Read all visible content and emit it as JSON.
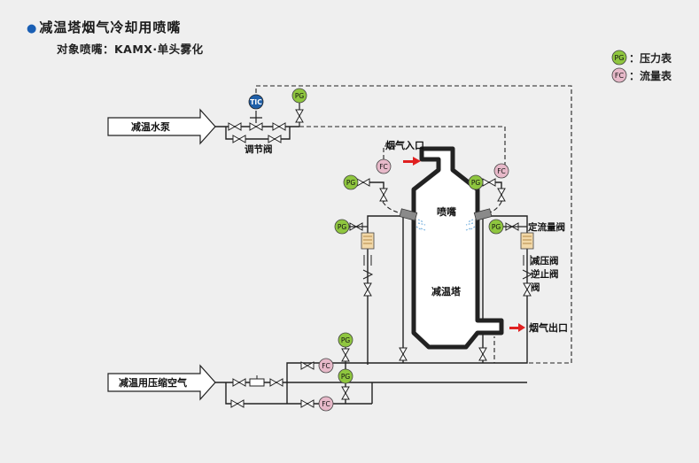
{
  "title": "减温塔烟气冷却用喷嘴",
  "subtitle": "对象喷嘴：KAMX·单头雾化",
  "legend": [
    {
      "code": "PG",
      "label": "：压力表",
      "color": "#8fc63f"
    },
    {
      "code": "FC",
      "label": "：流量表",
      "color": "#e7b9c9"
    }
  ],
  "inlets": {
    "water_pump": "减温水泵",
    "compressed_air": "减温用压缩空气"
  },
  "labels": {
    "control_valve": "调节阀",
    "gas_inlet": "烟气入口",
    "nozzle": "喷嘴",
    "tower": "减温塔",
    "gas_outlet": "烟气出口",
    "constant_flow_valve": "定流量阀",
    "pressure_reducing_valve": "减压阀",
    "check_valve": "逆止阀",
    "valve": "阀"
  },
  "instruments": {
    "pg": "PG",
    "fc": "FC",
    "tic": "TIC"
  },
  "colors": {
    "tic": "#1f5fa8",
    "pg": "#8fc63f",
    "fc": "#e7b9c9",
    "arrow_red": "#e02020",
    "flow_valve": "#f2d8a8"
  }
}
